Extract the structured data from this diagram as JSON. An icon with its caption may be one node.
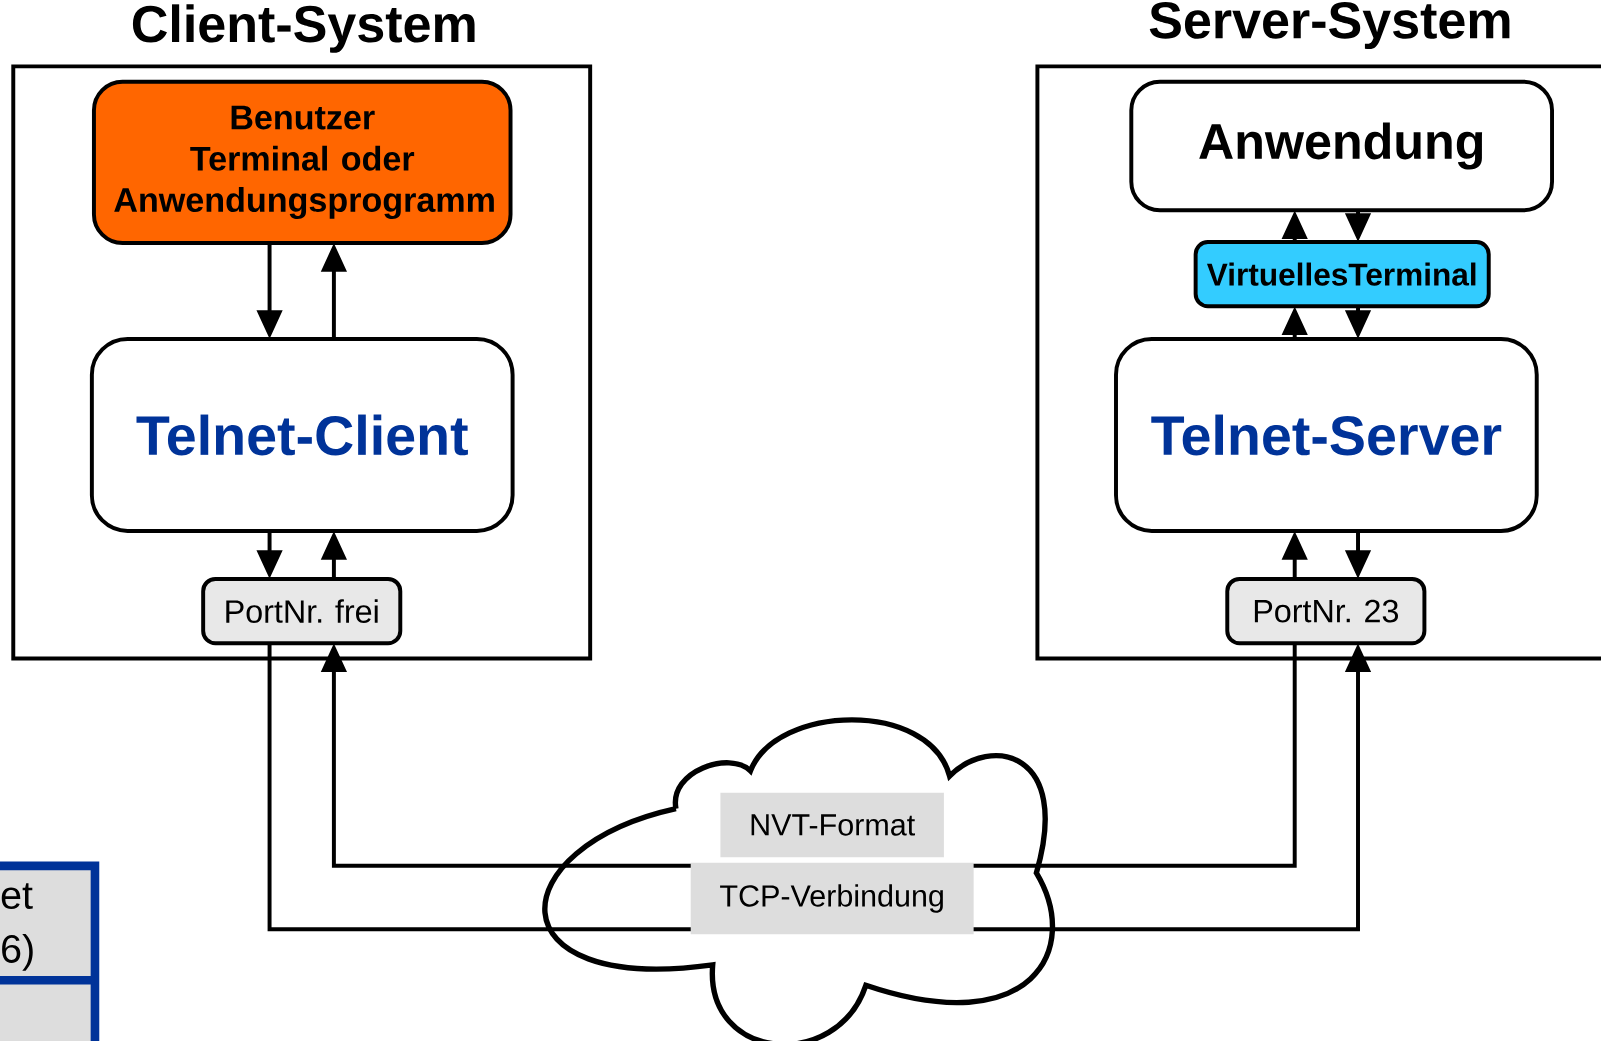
{
  "diagram": {
    "nodes": [
      {
        "text": [
          "Client-System"
        ]
      },
      {
        "text": [
          "Benutzer Terminal oder Anwendungsprogramm"
        ],
        "in": 0
      },
      {
        "text": [
          "Telnet-Client"
        ],
        "in": 0
      },
      {
        "text": [
          "PortNr. frei"
        ],
        "in": 0
      },
      {
        "text": [
          "Server-System"
        ]
      },
      {
        "text": [
          "Anwendung"
        ],
        "in": 4
      },
      {
        "text": [
          "VirtuellesTerminal"
        ],
        "in": 4
      },
      {
        "text": [
          "Telnet-Server"
        ],
        "in": 4
      },
      {
        "text": [
          "PortNr. 23"
        ],
        "in": 4
      }
    ],
    "edges": [
      {
        "from": 1,
        "to": 2,
        "arrow": "to"
      },
      {
        "from": 2,
        "to": 1,
        "arrow": "to"
      },
      {
        "from": 2,
        "to": 3,
        "arrow": "to"
      },
      {
        "from": 3,
        "to": 2,
        "arrow": "to"
      },
      {
        "from": 6,
        "to": 5,
        "arrow": "to"
      },
      {
        "from": 5,
        "to": 6,
        "arrow": "to"
      },
      {
        "from": 7,
        "to": 6,
        "arrow": "to"
      },
      {
        "from": 6,
        "to": 7,
        "arrow": "to"
      },
      {
        "from": 8,
        "to": 7,
        "arrow": "to"
      },
      {
        "from": 7,
        "to": 8,
        "arrow": "to"
      },
      {
        "from": 8,
        "to": 3,
        "arrow": "to",
        "label": "NVT-Format"
      },
      {
        "from": 3,
        "to": 8,
        "arrow": "to",
        "label": "TCP-Verbindung"
      }
    ],
    "labels": [
      "et 6)"
    ]
  }
}
